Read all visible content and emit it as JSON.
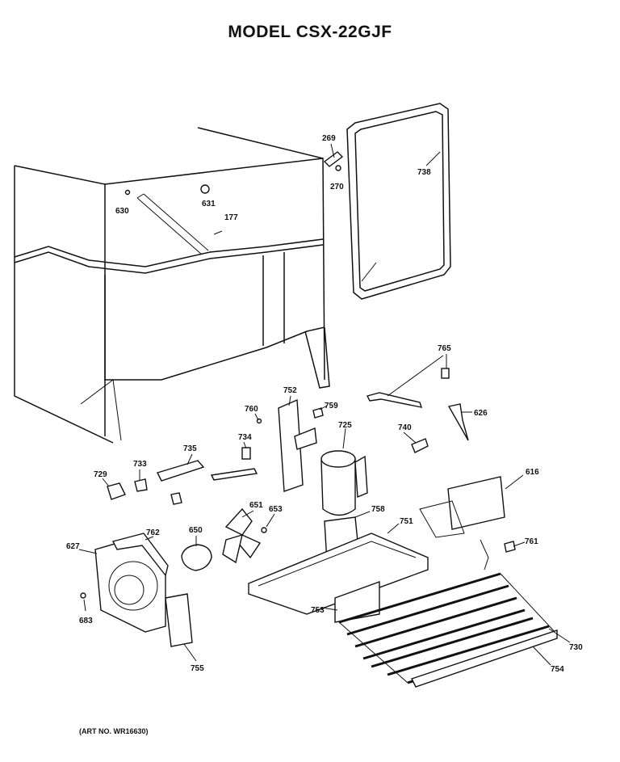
{
  "title": "MODEL CSX-22GJF",
  "art_number": "(ART NO. WR16630)",
  "callouts": {
    "p269": "269",
    "p270": "270",
    "p738": "738",
    "p630": "630",
    "p631": "631",
    "p177": "177",
    "p765": "765",
    "p752": "752",
    "p760": "760",
    "p759": "759",
    "p725": "725",
    "p740": "740",
    "p626": "626",
    "p735": "735",
    "p734": "734",
    "p733": "733",
    "p729": "729",
    "p616": "616",
    "p651": "651",
    "p653": "653",
    "p758": "758",
    "p751": "751",
    "p627": "627",
    "p762": "762",
    "p650": "650",
    "p761": "761",
    "p683": "683",
    "p753": "753",
    "p755": "755",
    "p730": "730",
    "p754": "754"
  }
}
